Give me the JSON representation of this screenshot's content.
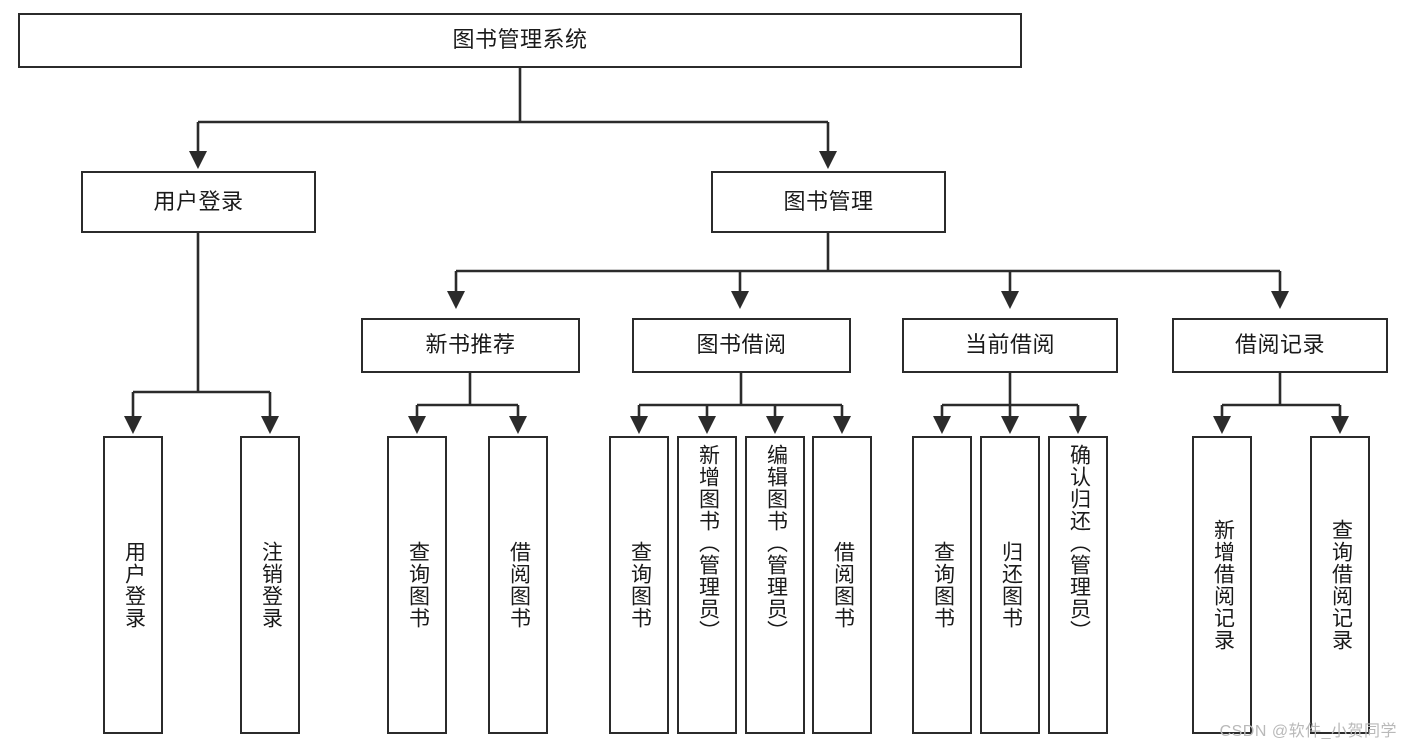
{
  "diagram": {
    "title": "图书管理系统",
    "type": "tree",
    "orientation": "top-down",
    "watermark": "CSDN @软件_小贺同学",
    "colors": {
      "background": "#ffffff",
      "node_border": "#2b2b2b",
      "node_fill": "#ffffff",
      "edge": "#2b2b2b",
      "text": "#1a1a1a",
      "watermark": "#b9b9b9"
    },
    "nodes": {
      "root": {
        "label": "图书管理系统",
        "level": 0
      },
      "level1": [
        {
          "id": "user-login",
          "label": "用户登录"
        },
        {
          "id": "book-manage",
          "label": "图书管理"
        }
      ],
      "level2": [
        {
          "id": "new-book-recommend",
          "label": "新书推荐",
          "parent": "book-manage"
        },
        {
          "id": "book-borrow",
          "label": "图书借阅",
          "parent": "book-manage"
        },
        {
          "id": "current-borrow",
          "label": "当前借阅",
          "parent": "book-manage"
        },
        {
          "id": "borrow-record",
          "label": "借阅记录",
          "parent": "book-manage"
        }
      ],
      "leaves": [
        {
          "id": "leaf-user-login",
          "label": "用户登录",
          "parent": "user-login"
        },
        {
          "id": "leaf-user-logout",
          "label": "注销登录",
          "parent": "user-login"
        },
        {
          "id": "leaf-query-book-1",
          "label": "查询图书",
          "parent": "new-book-recommend"
        },
        {
          "id": "leaf-borrow-book-1",
          "label": "借阅图书",
          "parent": "new-book-recommend"
        },
        {
          "id": "leaf-query-book-2",
          "label": "查询图书",
          "parent": "book-borrow"
        },
        {
          "id": "leaf-add-book",
          "label": "新增图书（管理员）",
          "parent": "book-borrow"
        },
        {
          "id": "leaf-edit-book",
          "label": "编辑图书（管理员）",
          "parent": "book-borrow"
        },
        {
          "id": "leaf-borrow-book-2",
          "label": "借阅图书",
          "parent": "book-borrow"
        },
        {
          "id": "leaf-query-book-3",
          "label": "查询图书",
          "parent": "current-borrow"
        },
        {
          "id": "leaf-return-book",
          "label": "归还图书",
          "parent": "current-borrow"
        },
        {
          "id": "leaf-confirm-return",
          "label": "确认归还（管理员）",
          "parent": "current-borrow"
        },
        {
          "id": "leaf-add-record",
          "label": "新增借阅记录",
          "parent": "borrow-record"
        },
        {
          "id": "leaf-query-record",
          "label": "查询借阅记录",
          "parent": "borrow-record"
        }
      ]
    }
  }
}
